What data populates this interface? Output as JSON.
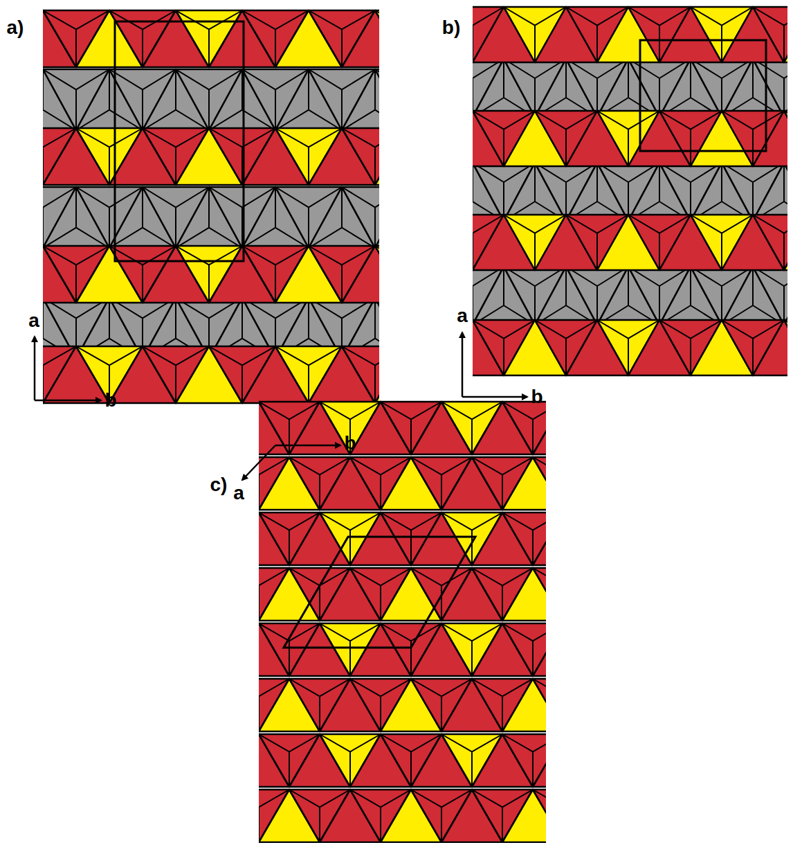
{
  "diagram": {
    "labels": [
      "a)",
      "b)",
      "a",
      "b",
      "a",
      "b",
      "c)",
      "b",
      "a"
    ]
  }
}
